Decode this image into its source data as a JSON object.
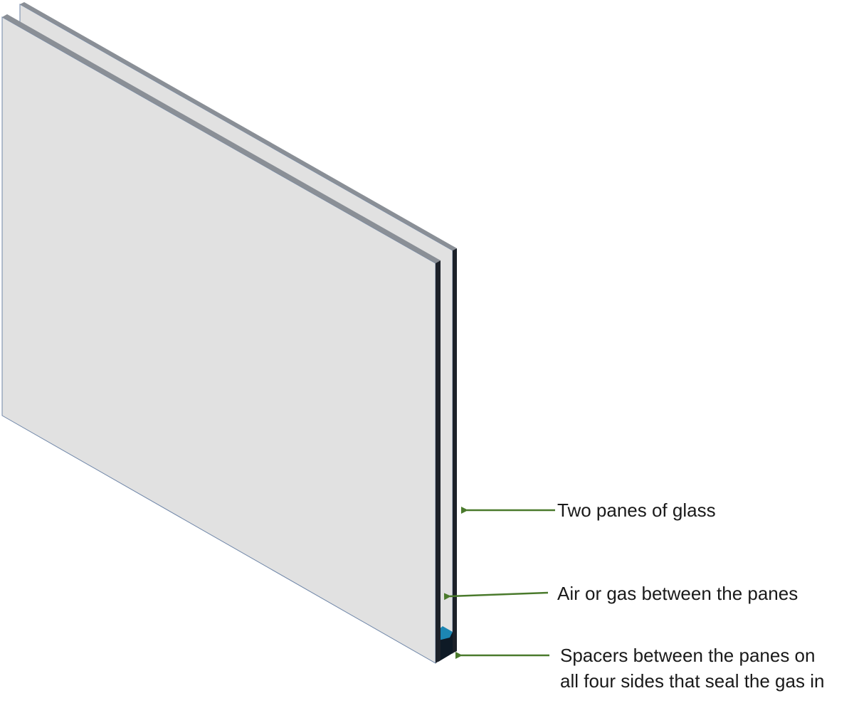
{
  "colors": {
    "pane_face": "#e1e1e1",
    "pane_edge_top": "#8a8f96",
    "pane_edge_side": "#1c2129",
    "pane_outline": "#6f86a8",
    "spacer_top": "#1c86b3",
    "spacer_side": "#0e1a26",
    "arrow": "#4a7a2c"
  },
  "annotations": {
    "panes": "Two panes of glass",
    "gas": "Air or gas between the panes",
    "spacers_line1": "Spacers between the panes on",
    "spacers_line2": "all four sides that seal the gas in"
  }
}
